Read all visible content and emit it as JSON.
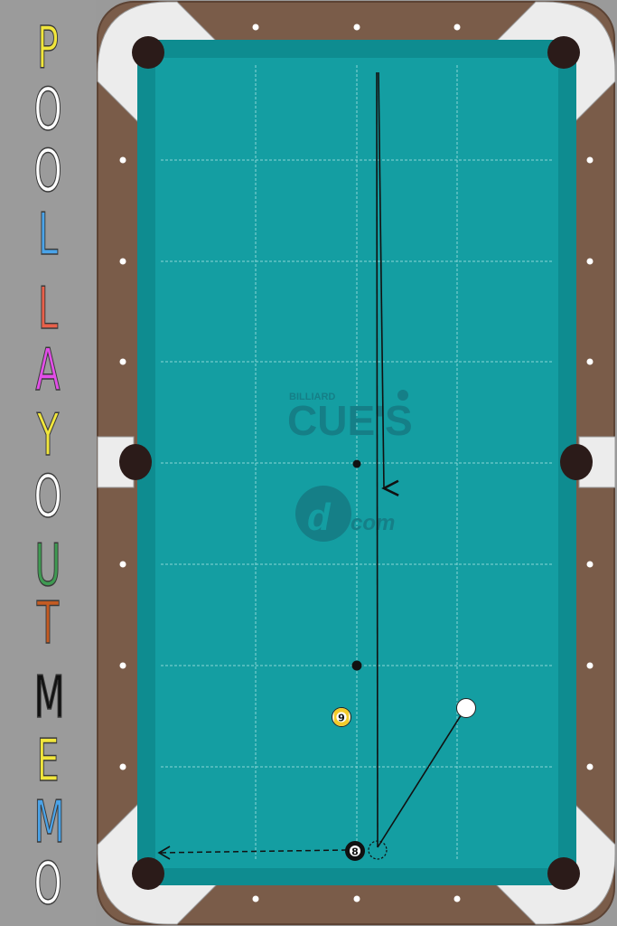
{
  "sidebar": {
    "letters": [
      {
        "char": "P",
        "color": "#f1e63c"
      },
      {
        "char": "O",
        "color": "#ffffff"
      },
      {
        "char": "O",
        "color": "#ffffff"
      },
      {
        "char": "L",
        "color": "#4aa3e8"
      },
      {
        "char": "L",
        "color": "#e8604a"
      },
      {
        "char": "A",
        "color": "#e24ee8"
      },
      {
        "char": "Y",
        "color": "#f1e63c"
      },
      {
        "char": "O",
        "color": "#ffffff"
      },
      {
        "char": "U",
        "color": "#3f9a52"
      },
      {
        "char": "T",
        "color": "#c45b22"
      },
      {
        "char": "M",
        "color": "#111111"
      },
      {
        "char": "E",
        "color": "#f1e63c"
      },
      {
        "char": "M",
        "color": "#4aa3e8"
      },
      {
        "char": "O",
        "color": "#ffffff"
      }
    ]
  },
  "colors": {
    "felt": "#149ea2",
    "felt_dark": "#0e8c90",
    "rail": "#7a5c49",
    "corner": "#eeeeee",
    "pocket": "#2b1b19",
    "grid": "#a8e3e2",
    "logo": "#157f87"
  },
  "logo": {
    "small": "BILLIARD",
    "main": "CUE'S",
    "domain": "com"
  },
  "balls": {
    "nine": "9",
    "eight": "8"
  }
}
